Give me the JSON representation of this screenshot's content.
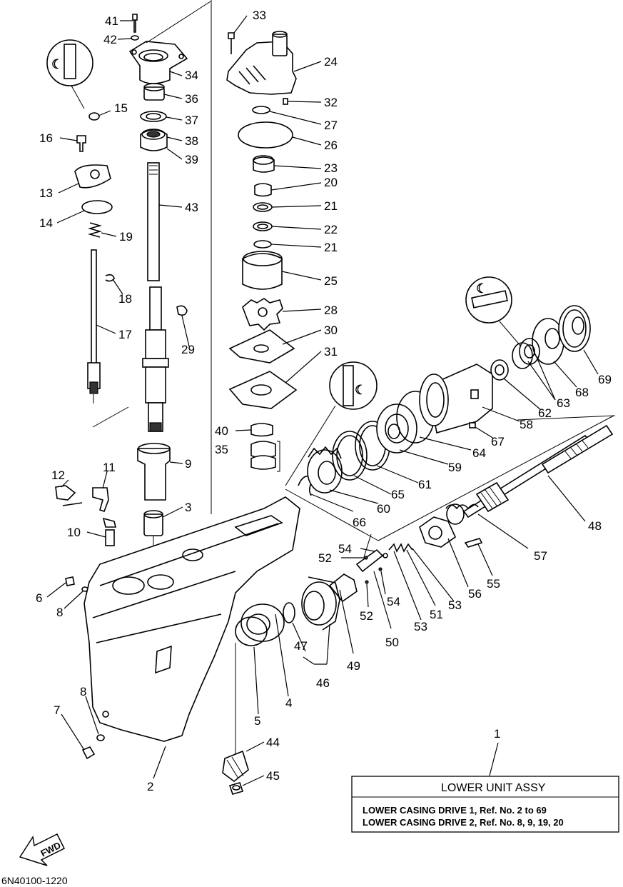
{
  "figure_code": "6N40100-1220",
  "fwd_label": "FWD",
  "info_box": {
    "ref": "1",
    "title": "LOWER UNIT ASSY",
    "line1": "LOWER CASING DRIVE 1,  Ref. No. 2 to 69",
    "line2": "LOWER CASING DRIVE 2,  Ref. No. 8, 9, 19, 20"
  },
  "callouts": [
    "41",
    "42",
    "34",
    "36",
    "37",
    "38",
    "39",
    "15",
    "16",
    "13",
    "14",
    "19",
    "43",
    "18",
    "17",
    "29",
    "33",
    "24",
    "32",
    "27",
    "26",
    "23",
    "20",
    "21",
    "22",
    "21",
    "25",
    "28",
    "30",
    "31",
    "40",
    "35",
    "9",
    "3",
    "12",
    "11",
    "10",
    "6",
    "8",
    "7",
    "8",
    "2",
    "44",
    "45",
    "5",
    "4",
    "47",
    "46",
    "49",
    "52",
    "54",
    "52",
    "54",
    "50",
    "53",
    "51",
    "53",
    "56",
    "55",
    "57",
    "48",
    "66",
    "60",
    "65",
    "61",
    "59",
    "64",
    "67",
    "58",
    "62",
    "63",
    "68",
    "69"
  ],
  "icons": [
    "grease-symbol",
    "grease-symbol",
    "grease-symbol",
    "fwd-arrow"
  ]
}
